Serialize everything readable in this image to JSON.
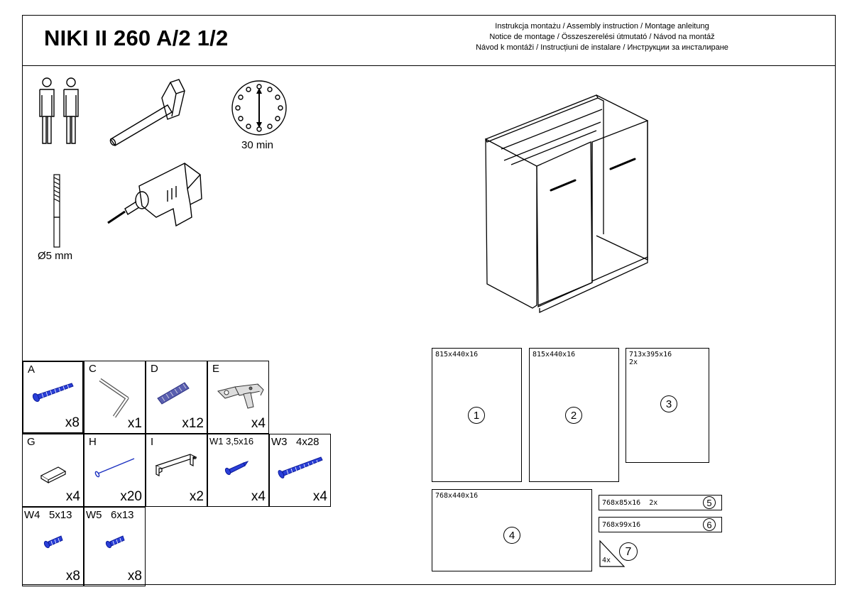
{
  "header": {
    "model": "NIKI II 260 A/2 1/2",
    "instructions": [
      "Instrukcja montażu / Assembly instruction / Montage anleitung",
      "Notice de montage / Összeszerelési útmutató / Návod na montáž",
      "Návod k montáži / Instrucțiuni de instalare / Инструкции за инсталиране"
    ]
  },
  "tools": {
    "time": "30 min",
    "drill_bit": "Ø5 mm",
    "people_icon": "two-people-icon",
    "hammer_icon": "hammer-icon",
    "clock_icon": "clock-icon",
    "drill_icon": "drill-icon"
  },
  "parts": [
    {
      "code": "A",
      "qty": "x8",
      "icon": "screw-icon"
    },
    {
      "code": "C",
      "qty": "x1",
      "icon": "hex-key-icon"
    },
    {
      "code": "D",
      "qty": "x12",
      "icon": "dowel-icon"
    },
    {
      "code": "E",
      "qty": "x4",
      "icon": "hinge-icon"
    },
    {
      "code": "G",
      "qty": "x4",
      "icon": "shelf-support-icon"
    },
    {
      "code": "H",
      "qty": "x20",
      "icon": "nail-icon"
    },
    {
      "code": "I",
      "qty": "x2",
      "icon": "handle-icon"
    },
    {
      "code": "W1 3,5x16",
      "qty": "x4",
      "icon": "short-screw-icon"
    },
    {
      "code": "W3   4x28",
      "qty": "x4",
      "icon": "long-screw-icon"
    },
    {
      "code": "W4   5x13",
      "qty": "x8",
      "icon": "small-screw-icon"
    },
    {
      "code": "W5   6x13",
      "qty": "x8",
      "icon": "small-screw-icon"
    }
  ],
  "panels": [
    {
      "dim": "815x440x16",
      "num": "1"
    },
    {
      "dim": "815x440x16",
      "num": "2"
    },
    {
      "dim": "713x395x16\n2x",
      "num": "3"
    },
    {
      "dim": "768x440x16",
      "num": "4"
    },
    {
      "dim": "768x85x16  2x",
      "num": "5"
    },
    {
      "dim": "768x99x16",
      "num": "6"
    },
    {
      "dim": "4x",
      "num": "7"
    }
  ]
}
